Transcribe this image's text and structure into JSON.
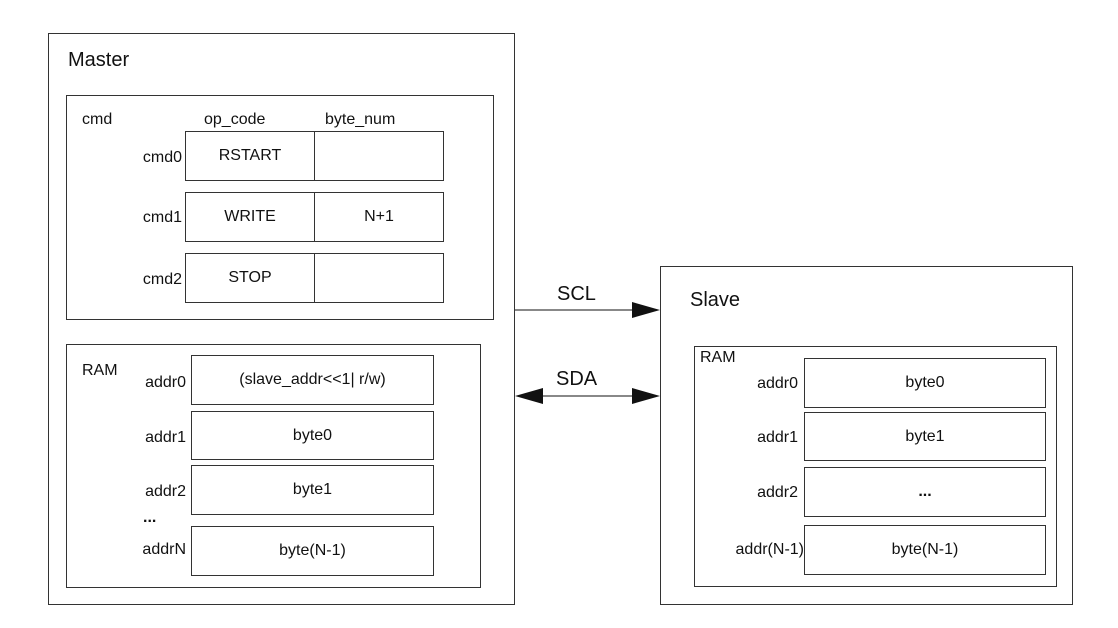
{
  "master": {
    "title": "Master",
    "cmd": {
      "label": "cmd",
      "col_op_code": "op_code",
      "col_byte_num": "byte_num",
      "rows": [
        {
          "name": "cmd0",
          "op_code": "RSTART",
          "byte_num": ""
        },
        {
          "name": "cmd1",
          "op_code": "WRITE",
          "byte_num": "N+1"
        },
        {
          "name": "cmd2",
          "op_code": "STOP",
          "byte_num": ""
        }
      ]
    },
    "ram": {
      "label": "RAM",
      "rows": [
        {
          "addr": "addr0",
          "value": "(slave_addr<<1| r/w)"
        },
        {
          "addr": "addr1",
          "value": "byte0"
        },
        {
          "addr": "addr2",
          "value": "byte1"
        },
        {
          "addr": "addrN",
          "value": "byte(N-1)"
        }
      ],
      "ellipsis": "..."
    }
  },
  "slave": {
    "title": "Slave",
    "ram": {
      "label": "RAM",
      "rows": [
        {
          "addr": "addr0",
          "value": "byte0"
        },
        {
          "addr": "addr1",
          "value": "byte1"
        },
        {
          "addr": "addr2",
          "value": "..."
        },
        {
          "addr": "addr(N-1)",
          "value": "byte(N-1)"
        }
      ]
    }
  },
  "signals": {
    "scl": "SCL",
    "sda": "SDA"
  }
}
